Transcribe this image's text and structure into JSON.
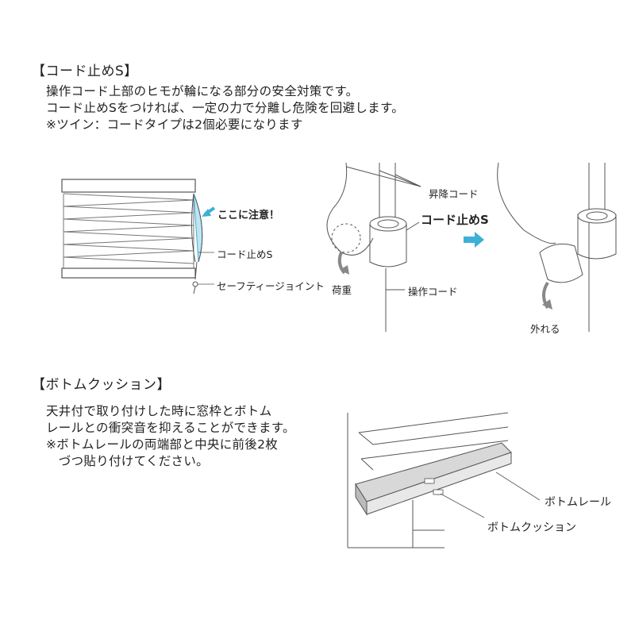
{
  "cord_stopper": {
    "heading": "【コード止めS】",
    "lines": [
      "操作コード上部のヒモが輪になる部分の安全対策です。",
      "コード止めSをつければ、一定の力で分離し危険を回避します。",
      "※ツイン：コードタイプは2個必要になります"
    ],
    "figure_labels": {
      "attention": "ここに注意！",
      "cord_stopper_small": "コード止めS",
      "safety_joint": "セーフティージョイント",
      "lift_cord": "昇降コード",
      "cord_stopper_big": "コード止めS",
      "load": "荷重",
      "operation_cord": "操作コード",
      "detach": "外れる"
    }
  },
  "bottom_cushion": {
    "heading": "【ボトムクッション】",
    "lines": [
      "天井付で取り付けした時に窓枠とボトム",
      "レールとの衝突音を抑えることができます。",
      "※ボトムレールの両端部と中央に前後2枚",
      "　づつ貼り付けてください。"
    ],
    "figure_labels": {
      "bottom_rail": "ボトムレール",
      "bottom_cushion": "ボトムクッション"
    }
  },
  "colors": {
    "accent": "#3db0d8",
    "line": "#555555",
    "rail_fill": "#cfcfcf"
  }
}
